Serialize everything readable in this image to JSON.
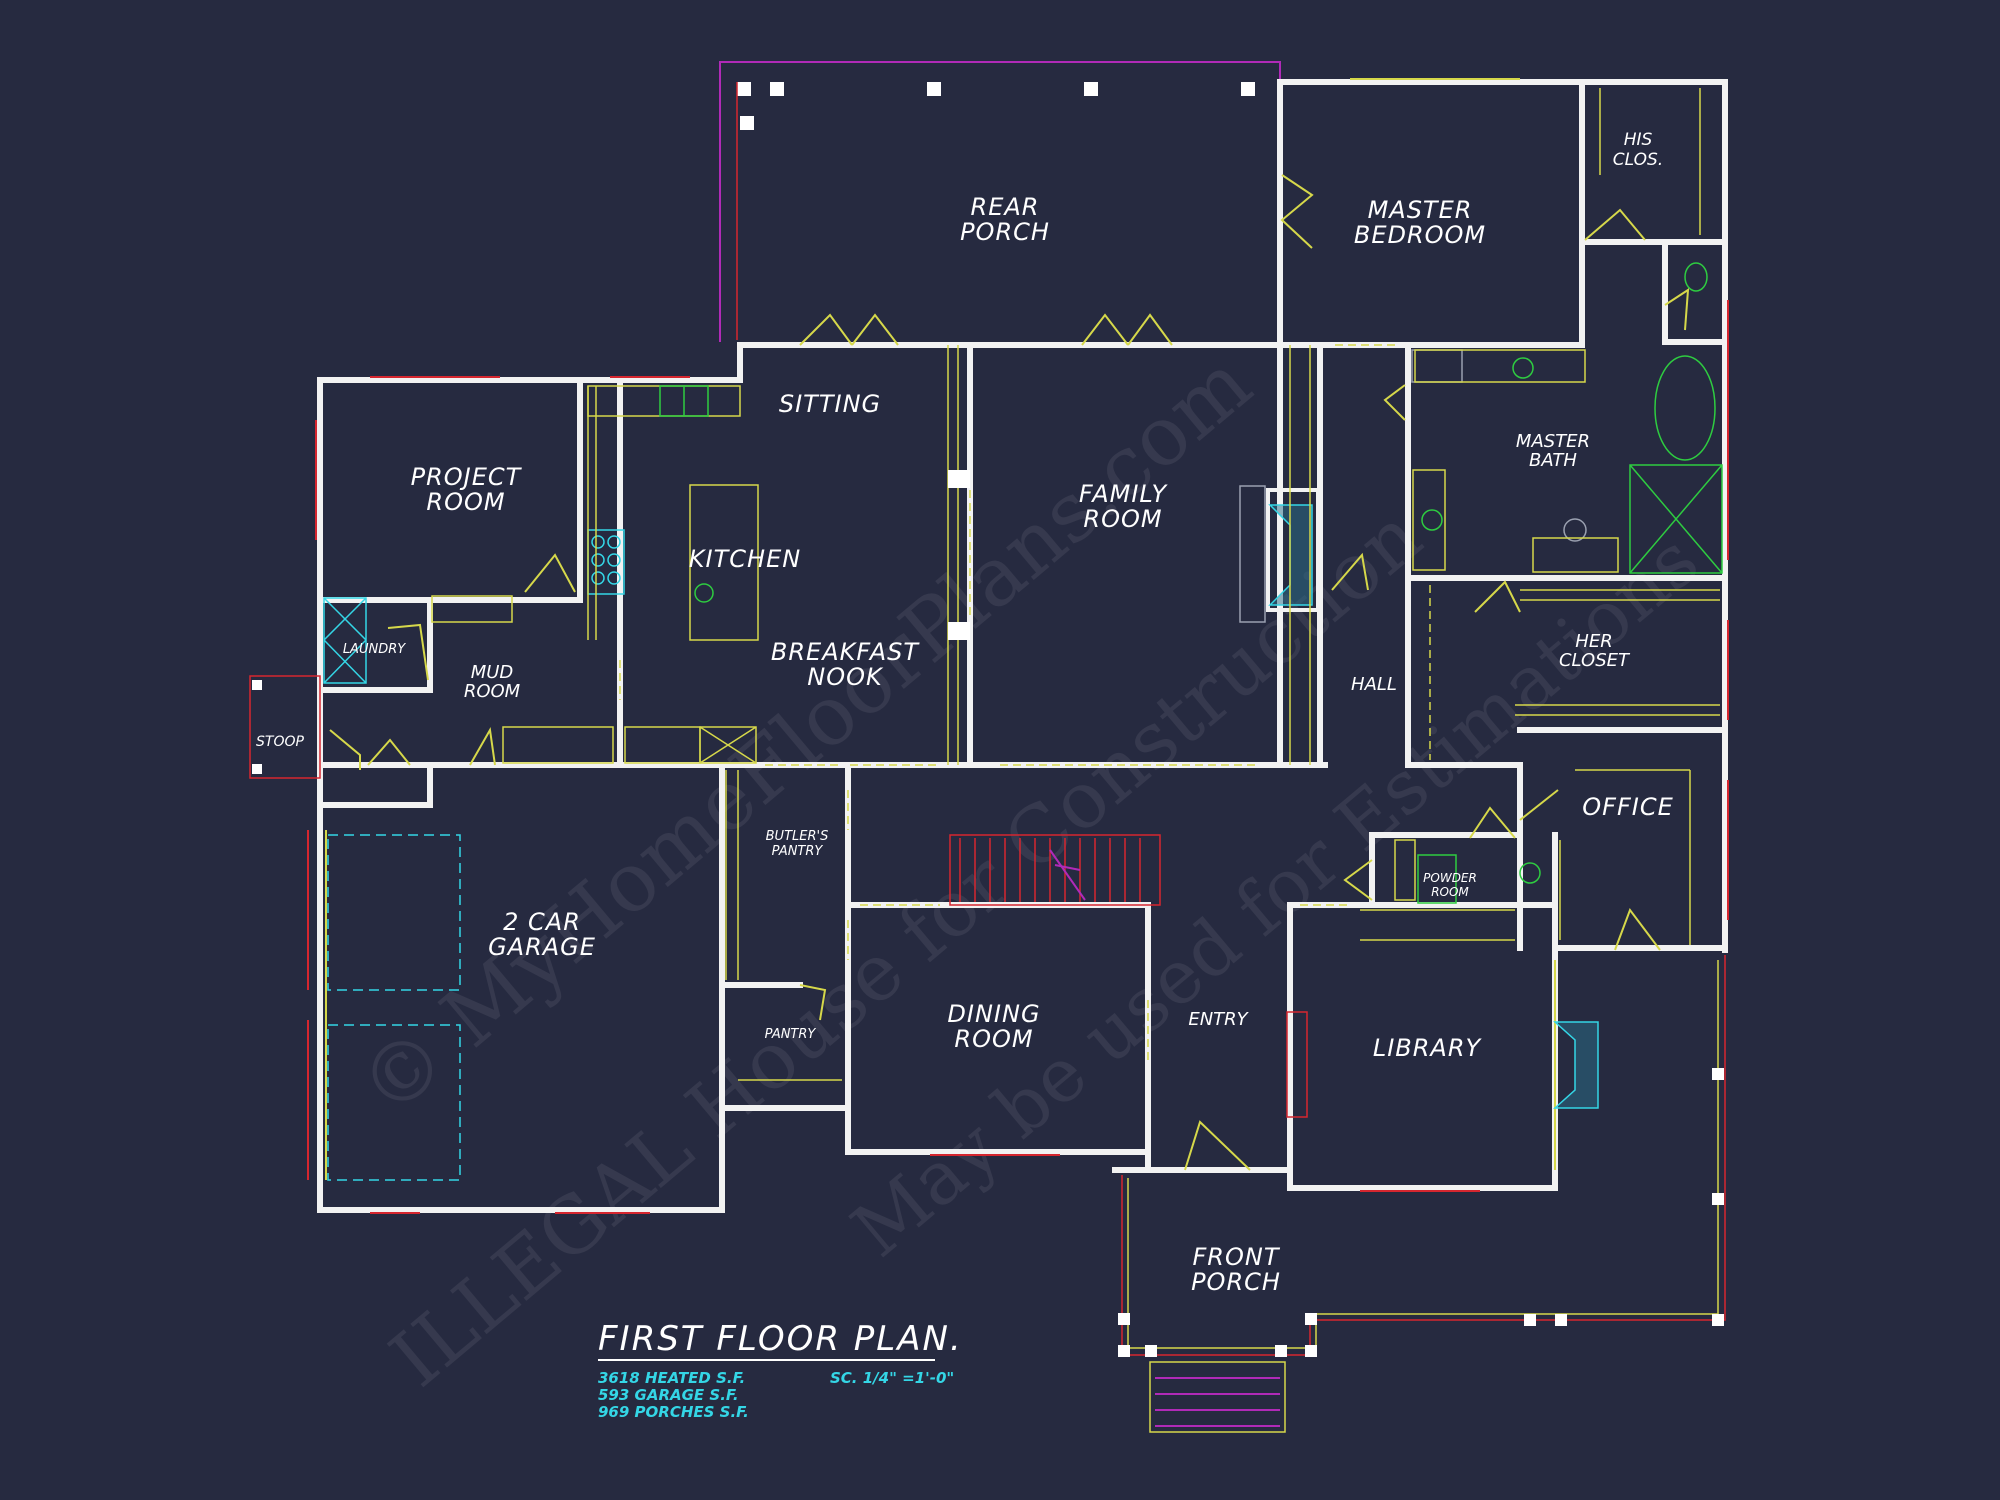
{
  "title": "FIRST FLOOR PLAN.",
  "stats": {
    "heated": "3618 HEATED S.F.",
    "garage": "593 GARAGE S.F.",
    "porches": "969 PORCHES S.F."
  },
  "scale": "SC. 1/4\" =1'-0\"",
  "watermark": {
    "line1": "© MyHomeFloorPlans.com",
    "line2": "ILLEGAL House for Construction",
    "line3": "May be used for Estimations"
  },
  "rooms": {
    "rear_porch": [
      "REAR",
      "PORCH"
    ],
    "master_bedroom": [
      "MASTER",
      "BEDROOM"
    ],
    "his_closet": [
      "HIS",
      "CLOS."
    ],
    "sitting": "SITTING",
    "project_room": [
      "PROJECT",
      "ROOM"
    ],
    "kitchen": "KITCHEN",
    "family_room": [
      "FAMILY",
      "ROOM"
    ],
    "master_bath": [
      "MASTER",
      "BATH"
    ],
    "laundry": "LAUNDRY",
    "mud_room": [
      "MUD",
      "ROOM"
    ],
    "breakfast_nook": [
      "BREAKFAST",
      "NOOK"
    ],
    "her_closet": [
      "HER",
      "CLOSET"
    ],
    "hall": "HALL",
    "stoop": "STOOP",
    "office": "OFFICE",
    "butlers_pantry": [
      "BUTLER'S",
      "PANTRY"
    ],
    "powder_room": [
      "POWDER",
      "ROOM"
    ],
    "garage": [
      "2 CAR",
      "GARAGE"
    ],
    "dining_room": [
      "DINING",
      "ROOM"
    ],
    "entry": "ENTRY",
    "library": "LIBRARY",
    "pantry": "PANTRY",
    "front_porch": [
      "FRONT",
      "PORCH"
    ]
  },
  "colors": {
    "background": "#262a40",
    "wall": "#f2f2f2",
    "fixture": "#d6d84a",
    "red": "#d6262f",
    "cyan": "#34d6e6",
    "green": "#2ecc40",
    "magenta": "#b02ab8"
  }
}
